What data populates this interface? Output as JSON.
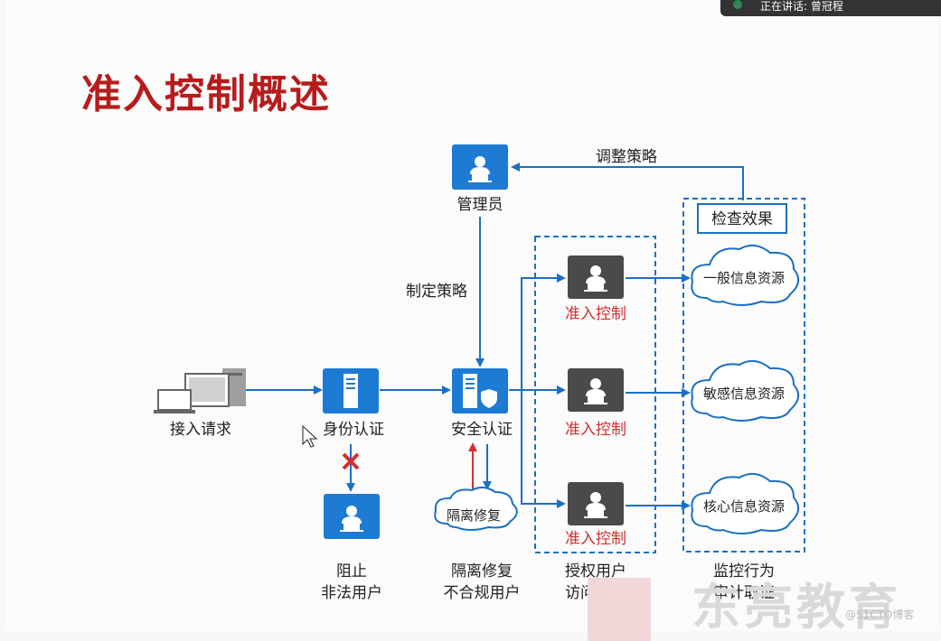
{
  "title": "准入控制概述",
  "overlay_text": "正在讲话: 曾冠程",
  "nodes": {
    "admin": "管理员",
    "access_request": "接入请求",
    "identity_auth": "身份认证",
    "security_auth": "安全认证",
    "quarantine_repair": "隔离修复",
    "blocked_line1": "阻止",
    "blocked_line2": "非法用户",
    "repair_line1": "隔离修复",
    "repair_line2": "不合规用户",
    "access_control": "准入控制",
    "general_info": "一般信息资源",
    "sensitive_info": "敏感信息资源",
    "core_info": "核心信息资源",
    "check_effect": "检查效果",
    "auth_line1": "授权用户",
    "auth_line2": "访问范围",
    "monitor_line1": "监控行为",
    "monitor_line2": "审计取证"
  },
  "edges": {
    "adjust_policy": "调整策略",
    "set_policy": "制定策略"
  },
  "watermark": "东亮教育",
  "credit": "@51CTO博客",
  "colors": {
    "title": "#b71c1c",
    "accent_blue": "#1a6fc4",
    "red": "#d32f2f",
    "dark_box": "#4a4a4a"
  }
}
